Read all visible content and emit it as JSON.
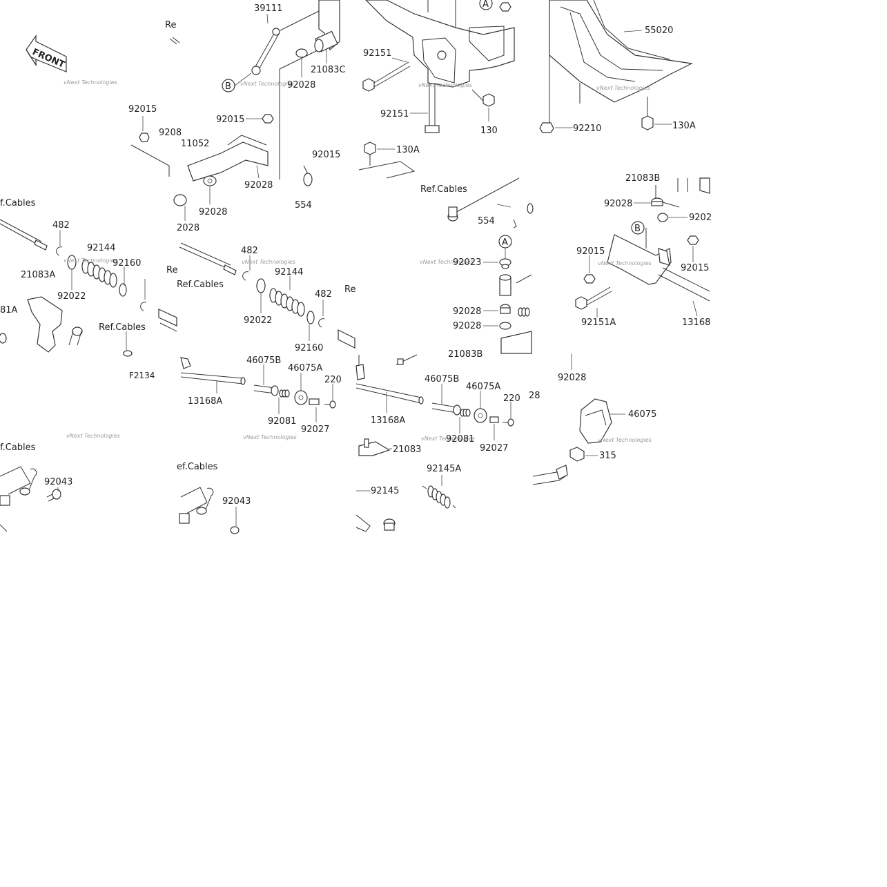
{
  "diagram": {
    "caption": "F2134",
    "watermark": "vNext Technologies",
    "colors": {
      "line": "#333333",
      "text": "#222222",
      "background": "#ffffff"
    },
    "front_arrow": {
      "text": "FRONT"
    },
    "circle_markers": [
      "A",
      "B"
    ],
    "labels": [
      "39111",
      "Re",
      "92151",
      "55020",
      "21083C",
      "92028",
      "92015",
      "9208",
      "92015",
      "11052",
      "92151",
      "130",
      "130A",
      "92210",
      "92028",
      "92015",
      "130A",
      "554",
      "Ref.Cables",
      "554",
      "f.Cables",
      "482",
      "92144",
      "92160",
      "92022",
      "21083A",
      "81A",
      "Ref.Cables",
      "2028",
      "92028",
      "Ref.Cables",
      "482",
      "92144",
      "482",
      "Re",
      "92022",
      "92160",
      "92023",
      "92028",
      "92028",
      "21083B",
      "92028",
      "92015",
      "92015",
      "92151A",
      "13168",
      "9202",
      "21083B",
      "F2134",
      "13168A",
      "46075B",
      "46075A",
      "92081",
      "92027",
      "220",
      "13168A",
      "46075B",
      "46075A",
      "92081",
      "92027",
      "220",
      "28",
      "92028",
      "46075",
      "315",
      "f.Cables",
      "92043",
      "ef.Cables",
      "92043",
      "21083",
      "92145A",
      "92145",
      "Re"
    ]
  }
}
